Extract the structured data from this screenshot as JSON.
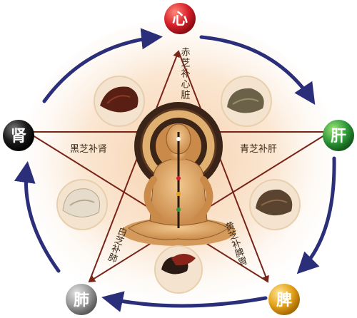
{
  "organs": {
    "heart": {
      "label": "心",
      "color": "#d8202a"
    },
    "liver": {
      "label": "肝",
      "color": "#2f9a3a"
    },
    "spleen": {
      "label": "脾",
      "color": "#e3a21a"
    },
    "lung": {
      "label": "肺",
      "color": "#9a9a9a"
    },
    "kidney": {
      "label": "肾",
      "color": "#1e1e1e"
    }
  },
  "lingzhi_labels": {
    "red": "赤芝补心脏",
    "green": "青芝补肝",
    "yellow": "黄芝补脾胃",
    "white": "白芝补肺",
    "black": "黑芝补肾"
  },
  "colors": {
    "arrow_outer": "#2b2f7a",
    "arrow_inner": "#7a2418",
    "glow": "#f3c9a0"
  },
  "icons": [
    "red-lingzhi-icon",
    "green-lingzhi-icon",
    "yellow-lingzhi-icon",
    "white-lingzhi-icon",
    "black-lingzhi-icon",
    "meditating-figure-icon"
  ]
}
